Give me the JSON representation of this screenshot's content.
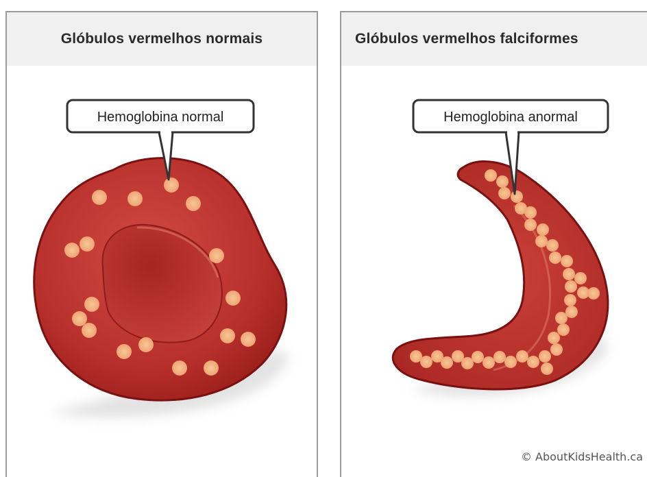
{
  "left_panel": {
    "title": "Glóbulos vermelhos normais",
    "callout": "Hemoglobina normal"
  },
  "right_panel": {
    "title": "Glóbulos vermelhos falciformes",
    "callout": "Hemoglobina anormal"
  },
  "copyright": "© AboutKidsHealth.ca",
  "colors": {
    "cell_fill": "#b8302c",
    "cell_edge": "#7a1010",
    "hemoglobin_dot": "#f2b27c",
    "header_bg": "#f0f0f0",
    "panel_border": "#9a9a9a"
  }
}
